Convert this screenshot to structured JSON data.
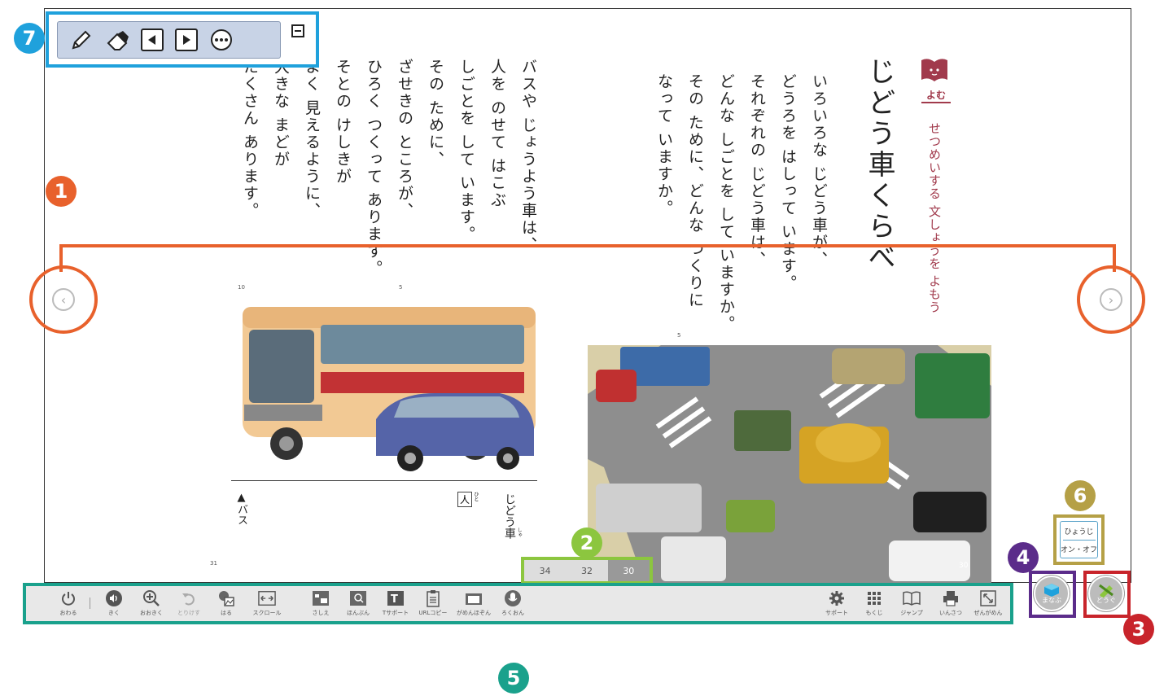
{
  "title": "じどう車くらべ",
  "yomu_label": "よむ",
  "subtitle": "せつめいする 文しょうを よもう",
  "paragraph1": "いろいろな じどう車が、\nどうろを はしって います。\nそれぞれの じどう車は、\nどんな しごとを して いますか。\nその ために、どんな つくりに\nなって いますか。",
  "paragraph2": "バスや じょうよう車は、\n人を のせて はこぶ\nしごとを して います。\nその ために、\nざせきの ところが、\nひろく つくって あります。\nそとの けしきが\nよく 見えるように、\n大きな まどが\nたくさん あります。",
  "caption_bus": "▲バス",
  "vocab1": "じどう車",
  "vocab1_ruby": "しゃ",
  "vocab2": "人",
  "vocab2_ruby": "ひと",
  "page_num_left": "31",
  "line_mark_5a": "5",
  "line_mark_10": "10",
  "line_mark_5b": "5",
  "city_page_num": "30",
  "badges": [
    "1",
    "2",
    "3",
    "4",
    "5",
    "6",
    "7"
  ],
  "page_indicator": [
    "34",
    "32",
    "30"
  ],
  "pen_toolbar": {
    "icons": [
      "pencil-icon",
      "eraser-icon",
      "prev-icon",
      "next-icon",
      "more-icon",
      "collapse-icon"
    ]
  },
  "bottom_toolbar": {
    "left": [
      {
        "label": "おわる",
        "icon": "power-icon"
      },
      {
        "label": "きく",
        "icon": "speaker-icon"
      },
      {
        "label": "おおきく",
        "icon": "zoom-in-icon"
      },
      {
        "label": "とりけす",
        "icon": "undo-icon"
      },
      {
        "label": "はる",
        "icon": "paste-image-icon"
      },
      {
        "label": "スクロール",
        "icon": "scroll-icon"
      },
      {
        "label": "さしえ",
        "icon": "illustration-icon"
      },
      {
        "label": "ほんぶん",
        "icon": "text-zoom-icon"
      },
      {
        "label": "Tサポート",
        "icon": "teacher-support-icon"
      },
      {
        "label": "URLコピー",
        "icon": "url-copy-icon"
      },
      {
        "label": "がめんほぞん",
        "icon": "camera-icon"
      },
      {
        "label": "ろくおん",
        "icon": "mic-icon"
      }
    ],
    "right": [
      {
        "label": "サポート",
        "icon": "gear-icon"
      },
      {
        "label": "もくじ",
        "icon": "grid-icon"
      },
      {
        "label": "ジャンプ",
        "icon": "book-icon"
      },
      {
        "label": "いんさつ",
        "icon": "printer-icon"
      },
      {
        "label": "ぜんがめん",
        "icon": "fullscreen-icon"
      }
    ]
  },
  "manabu_label": "まなぶ",
  "dougu_label": "どうぐ",
  "hyouji": {
    "top": "ひょうじ",
    "bottom": "オン・オフ"
  },
  "colors": {
    "orange": "#e8612c",
    "green": "#8cc63f",
    "red": "#c8242b",
    "purple": "#5b2c8a",
    "teal": "#1aa18c",
    "olive": "#b5a046",
    "blue": "#1fa1dc",
    "maroon": "#a13a4c"
  }
}
